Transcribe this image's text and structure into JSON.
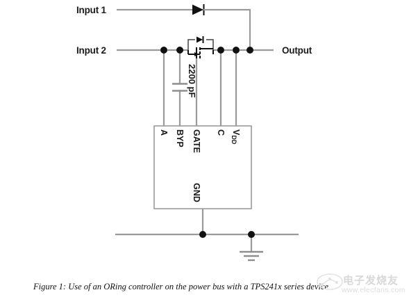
{
  "figure": {
    "caption": "Figure 1: Use of an ORing controller on the power bus with a TPS241x series device",
    "background_color": "#ffffff",
    "wire_color": "#9a9a9a",
    "symbol_color": "#111111"
  },
  "ports": {
    "input1": "Input 1",
    "input2": "Input 2",
    "output": "Output"
  },
  "components": {
    "capacitor": {
      "value": "2200 pF",
      "name": "bypass-capacitor"
    },
    "diode": {
      "name": "oring-diode"
    },
    "mosfet": {
      "name": "oring-mosfet"
    },
    "ground": {
      "name": "ground-symbol"
    }
  },
  "ic": {
    "name": "oring-controller-ic",
    "pins_top": [
      {
        "label": "A",
        "sub": ""
      },
      {
        "label": "BYP",
        "sub": ""
      },
      {
        "label": "GATE",
        "sub": ""
      },
      {
        "label": "C",
        "sub": ""
      },
      {
        "label": "V",
        "sub": "DD"
      }
    ],
    "pins_bottom": [
      {
        "label": "GND",
        "sub": ""
      }
    ]
  },
  "watermark": {
    "chinese": "电子发烧友",
    "url": "www.elecfans.com"
  },
  "chart_data": {
    "type": "diagram",
    "title": "ORing controller on the power bus with a TPS241x series device",
    "nets": [
      {
        "name": "Input 1",
        "from": "input1-terminal",
        "to": "output-bus",
        "through": "oring-diode"
      },
      {
        "name": "Input 2",
        "from": "input2-terminal",
        "to": "output-bus",
        "through": "oring-mosfet"
      },
      {
        "name": "Output",
        "from": "output-bus",
        "to": "output-terminal"
      },
      {
        "name": "GND",
        "from": "ic-gnd-pin",
        "to": "ground-symbol"
      }
    ],
    "ic_pins": [
      "A",
      "BYP",
      "GATE",
      "C",
      "VDD",
      "GND"
    ],
    "component_values": [
      {
        "ref": "C",
        "value": "2200 pF"
      }
    ]
  }
}
